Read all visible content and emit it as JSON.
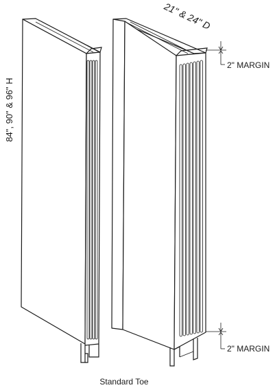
{
  "labels": {
    "height": "84\", 90\" & 96\" H",
    "depth": "21\" & 24\" D",
    "top_margin": "2\" MARGIN",
    "bottom_margin": "2\" MARGIN",
    "caption": "Standard Toe"
  }
}
